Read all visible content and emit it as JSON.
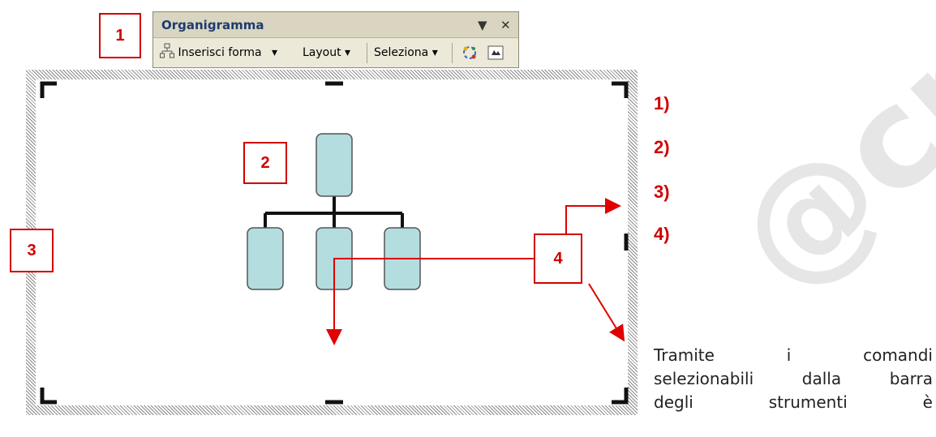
{
  "toolbar": {
    "title": "Organigramma",
    "menu_glyph": "▼",
    "close_glyph": "✕",
    "insert_shape_label": "Inserisci forma",
    "layout_label": "Layout",
    "select_label": "Seleziona",
    "dropdown_glyph": "▾",
    "icons": [
      "org-chart-icon",
      "autoformat-icon",
      "fit-text-icon"
    ]
  },
  "callouts": {
    "box1": "1",
    "box2": "2",
    "box3": "3",
    "box4": "4"
  },
  "side_list": [
    "1)",
    "2)",
    "3)",
    "4)"
  ],
  "paragraph": [
    "Tramite     i     comandi",
    "selezionabili dalla barra",
    "degli     strumenti     è"
  ],
  "watermark": "@cnr",
  "colors": {
    "accent_red": "#d00000",
    "org_box_fill": "#b4dde0",
    "org_box_border": "#555555",
    "toolbar_bg": "#ece9d8"
  }
}
